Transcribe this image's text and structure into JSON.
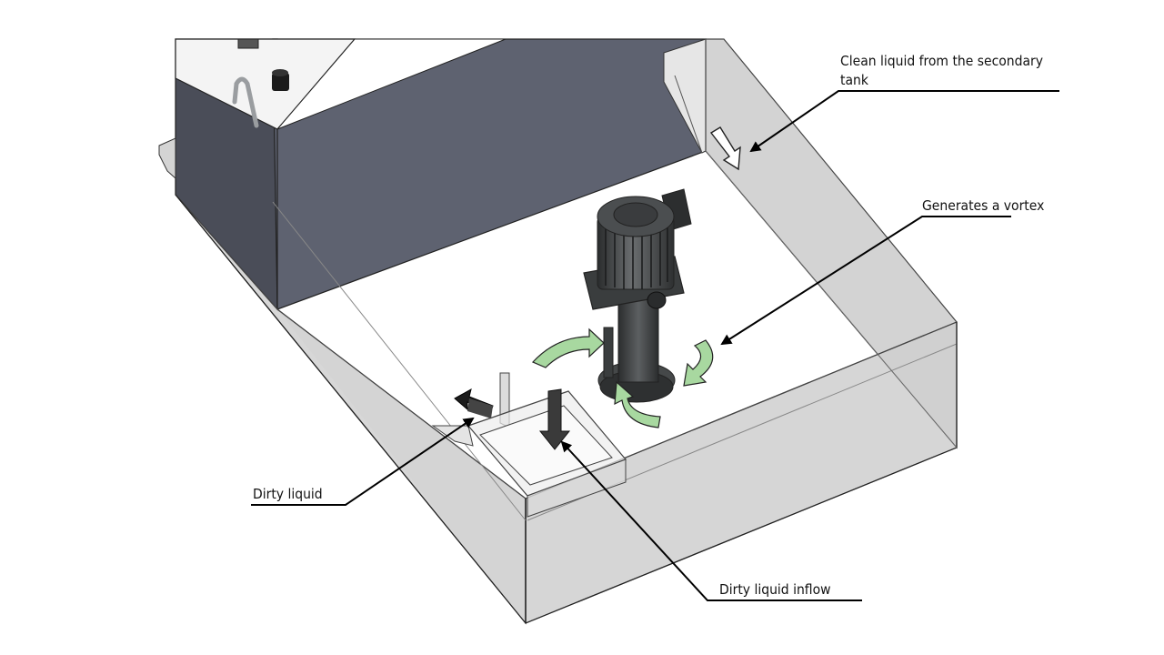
{
  "labels": {
    "clean_liquid_line1": "Clean liquid from the secondary",
    "clean_liquid_line2": "tank",
    "vortex": "Generates a vortex",
    "dirty_liquid": "Dirty liquid",
    "dirty_inflow": "Dirty liquid inflow"
  },
  "colors": {
    "tank_dark": "#5e6270",
    "tank_side": "#4a4d58",
    "glass": "#c9c9c9",
    "vortex_arrow": "#a8d8a0",
    "pump_body": "#3c3f40",
    "arrow_dark": "#3a3a3a"
  }
}
